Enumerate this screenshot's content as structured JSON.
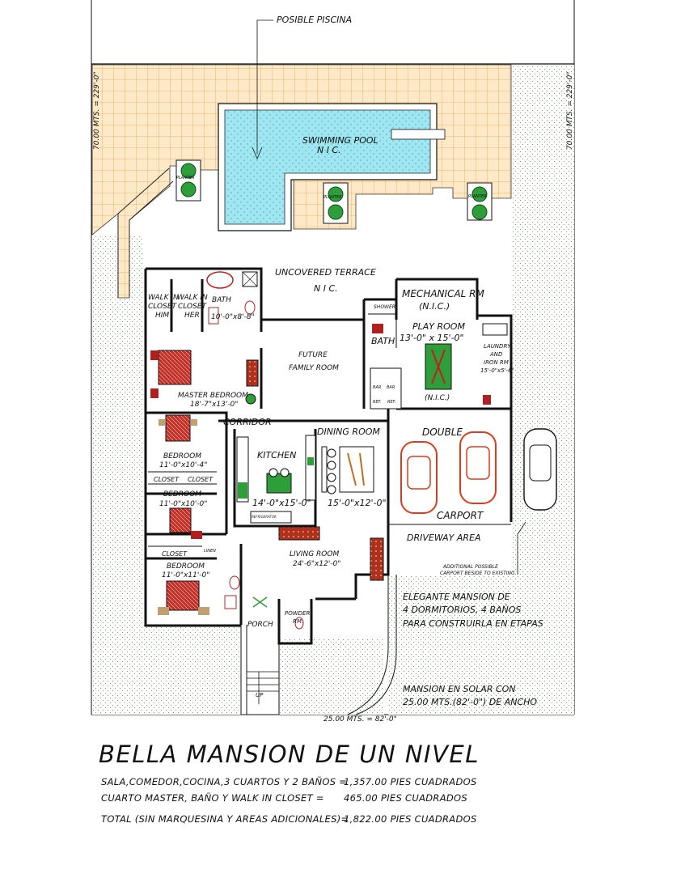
{
  "plan": {
    "posible_piscina": "POSIBLE PISCINA",
    "swimming_pool": "SWIMMING  POOL",
    "pool_nic": "N  I  C.",
    "dim_left": "70.00 MTS. = 229'-0\"",
    "dim_right": "70.00 MTS. = 229'-0\"",
    "dim_bottom": "25.00 MTS. = 82'-0\"",
    "planter": "PLANTER",
    "uncovered_terrace": "UNCOVERED TERRACE",
    "terrace_nic": "N  I  C.",
    "walk_in_him": [
      "WALK IN",
      "CLOSET",
      "HIM"
    ],
    "walk_in_her": [
      "WALK IN",
      "CLOSET",
      "HER"
    ],
    "bath_master": "BATH",
    "bath_master_dim": "10'-0\"x8'-8\"",
    "mechanical": "MECHANICAL RM",
    "mechanical_nic": "(N.I.C.)",
    "shower": "SHOWER",
    "bath2": "BATH",
    "play_room": "PLAY  ROOM",
    "play_room_dim": "13'-0\" x  15'-0\"",
    "play_room_nic": "(N.I.C.)",
    "laundry": [
      "LAUNDRY",
      "AND",
      "IRON RM"
    ],
    "laundry_dim": "15'-0\"x5'-6\"",
    "future_family": [
      "FUTURE",
      "FAMILY ROOM"
    ],
    "master_bedroom": "MASTER BEDROOM",
    "master_bedroom_dim": "18'-7\"x13'-0\"",
    "corridor": "CORRIDOR",
    "dining_room": "DINING ROOM",
    "dining_dim": "15'-0\"x12'-0\"",
    "kitchen": "KITCHEN",
    "kitchen_dim": "14'-0\"x15'-0\"",
    "double": "DOUBLE",
    "carport": "CARPORT",
    "driveway": "DRIVEWAY    AREA",
    "additional_carport": [
      "ADDITIONAL POSSIBLE",
      "CARPORT BESIDE TO EXISTING"
    ],
    "bedroom1": "BEDROOM",
    "bedroom1_dim": "11'-0\"x10'-4\"",
    "closet_a": "CLOSET",
    "closet_b": "CLOSET",
    "bedroom2": "BEDROOM",
    "bedroom2_dim": "11'-0\"x10'-0\"",
    "closet_c": "CLOSET",
    "linen": "LINEN",
    "bedroom3": "BEDROOM",
    "bedroom3_dim": "11'-0\"x11'-0\"",
    "living_room": "LIVING ROOM",
    "living_dim": "24'-6\"x12'-0\"",
    "porch": "PORCH",
    "powder": [
      "POWDER",
      "RM."
    ],
    "up": "UP",
    "bar": "BAR",
    "ref": "REF.",
    "refrig": "REFRIGERATOR",
    "elegante": [
      "ELEGANTE MANSION DE",
      "4 DORMITORIOS, 4 BAÑOS",
      "PARA CONSTRUIRLA EN ETAPAS"
    ],
    "solar": [
      "MANSION EN SOLAR CON",
      "25.00 MTS.(82'-0\") DE ANCHO"
    ]
  },
  "caption": {
    "title": "BELLA MANSION DE UN NIVEL",
    "line1_label": "SALA,COMEDOR,COCINA,3 CUARTOS Y 2 BAÑOS =",
    "line1_value": "1,357.00 PIES CUADRADOS",
    "line2_label": "CUARTO MASTER, BAÑO Y WALK IN CLOSET =",
    "line2_value": "465.00 PIES CUADRADOS",
    "line3_label": "TOTAL (SIN MARQUESINA Y AREAS ADICIONALES)=",
    "line3_value": "1,822.00 PIES CUADRADOS"
  },
  "colors": {
    "pool_water": "#8fe3ee",
    "deck": "#f5c98a",
    "grass": "#4caf50",
    "planter": "#2e9e3a",
    "furniture_red": "#b22222",
    "car_red": "#e03a1a",
    "wall": "#111111"
  }
}
